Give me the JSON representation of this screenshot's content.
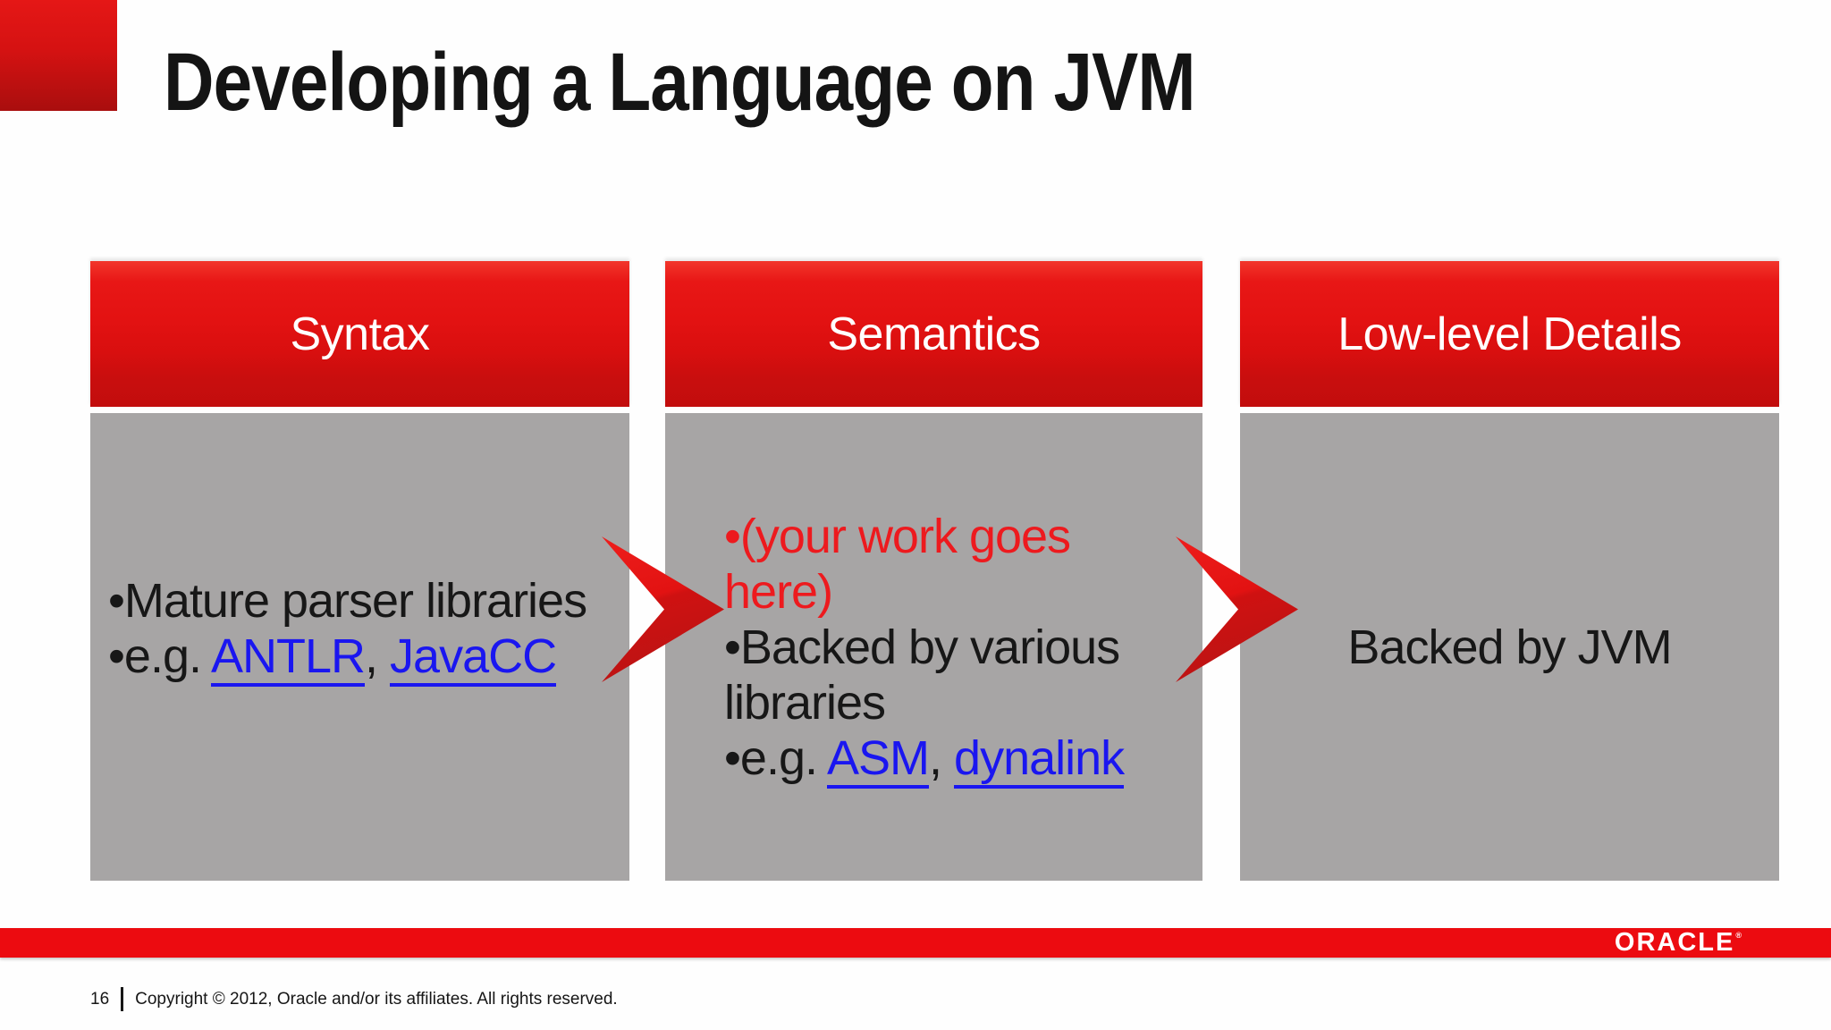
{
  "title": "Developing a Language on JVM",
  "columns": [
    {
      "header": "Syntax",
      "lines": [
        {
          "text": "•Mature parser libraries"
        },
        {
          "prefix": "•e.g. ",
          "link1": "ANTLR",
          "sep": ", ",
          "link2": "JavaCC"
        }
      ]
    },
    {
      "header": "Semantics",
      "lines": [
        {
          "text": "•(your work goes here)"
        },
        {
          "text": "•Backed by various libraries"
        },
        {
          "prefix": "•e.g. ",
          "link1": "ASM",
          "sep": ", ",
          "link2": "dynalink"
        }
      ]
    },
    {
      "header": "Low-level Details",
      "lines": [
        {
          "text": "Backed by JVM"
        }
      ]
    }
  ],
  "chevrons": [
    {
      "name": "syntax-to-semantics"
    },
    {
      "name": "semantics-to-lowlevel"
    }
  ],
  "brand": {
    "logo_text": "ORACLE",
    "registered_mark": "®"
  },
  "footer": {
    "page_number": "16",
    "copyright": "Copyright © 2012, Oracle and/or its affiliates. All rights reserved."
  },
  "colors": {
    "header_red_top": "#f2362b",
    "header_red_bottom": "#c20d0d",
    "body_gray": "#a7a5a5",
    "chevron_red_light": "#ee1e1c",
    "chevron_red_dark": "#bb1414",
    "accent_text_red": "#ed1a1e",
    "link_blue": "#1a16f0",
    "brand_bar_red": "#ec0b10",
    "corner_red_top": "#e51716",
    "corner_red_bottom": "#a90e0e"
  }
}
